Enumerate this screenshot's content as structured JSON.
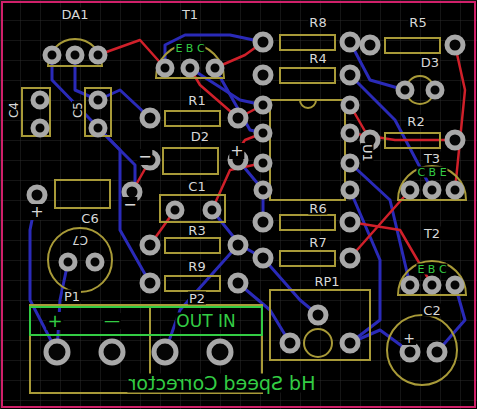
{
  "diagram": {
    "labels": [
      "DA1",
      "T1",
      "E B C",
      "C4",
      "C5",
      "R8",
      "R4",
      "R5",
      "D3",
      "R1",
      "D2",
      "R2",
      "U1",
      "C1",
      "T3",
      "C B E",
      "C6",
      "R6",
      "T2",
      "E B C",
      "R3",
      "R7",
      "C7",
      "R9",
      "RP1",
      "P2",
      "C2",
      "P1",
      "+",
      "+",
      "−",
      "+",
      "−",
      "+",
      "—",
      "OUT IN",
      "Hd Speed Corrector"
    ]
  }
}
